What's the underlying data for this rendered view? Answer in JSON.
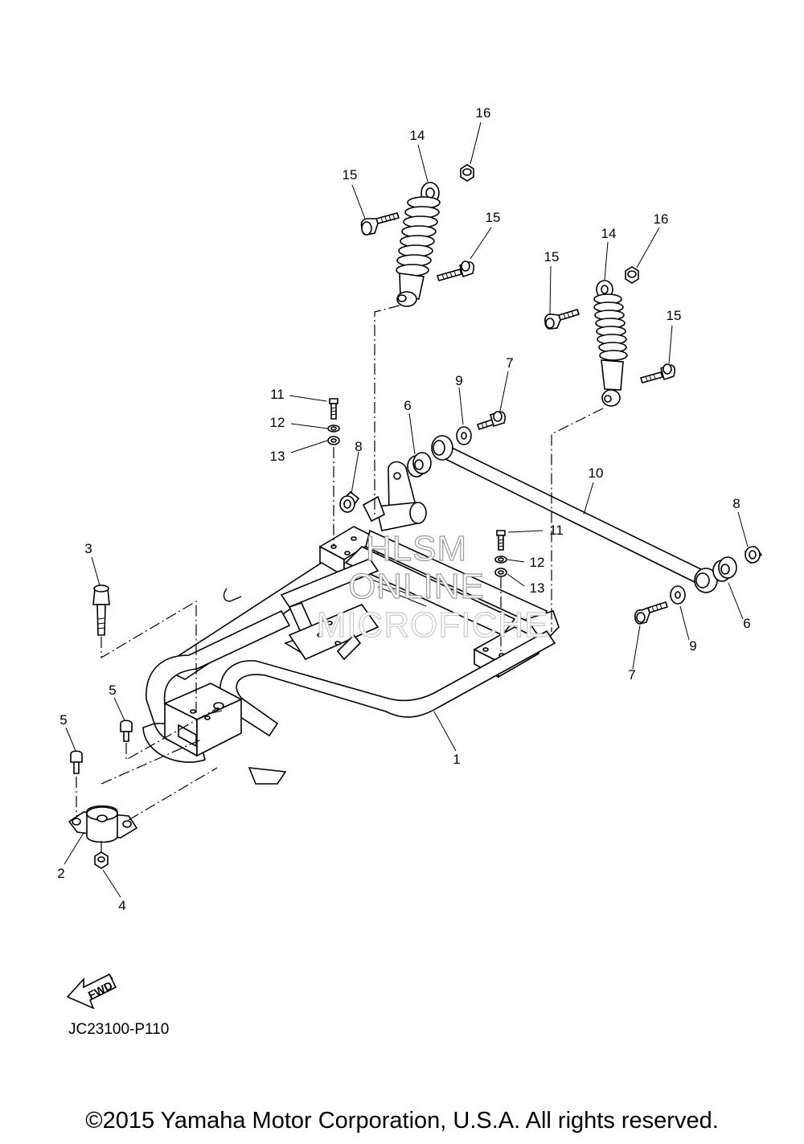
{
  "figure_code": "JC23100-P110",
  "copyright": "©2015 Yamaha Motor Corporation, U.S.A. All rights reserved.",
  "watermark": {
    "line1": "HLSM",
    "line2": "ONLINE",
    "line3": "MICROFICHE"
  },
  "fwd_label": "FWD",
  "callouts": [
    {
      "id": "c1",
      "label": "1"
    },
    {
      "id": "c2",
      "label": "2"
    },
    {
      "id": "c3",
      "label": "3"
    },
    {
      "id": "c4",
      "label": "4"
    },
    {
      "id": "c5a",
      "label": "5"
    },
    {
      "id": "c5b",
      "label": "5"
    },
    {
      "id": "c6a",
      "label": "6"
    },
    {
      "id": "c6b",
      "label": "6"
    },
    {
      "id": "c7a",
      "label": "7"
    },
    {
      "id": "c7b",
      "label": "7"
    },
    {
      "id": "c8a",
      "label": "8"
    },
    {
      "id": "c8b",
      "label": "8"
    },
    {
      "id": "c9a",
      "label": "9"
    },
    {
      "id": "c9b",
      "label": "9"
    },
    {
      "id": "c10",
      "label": "10"
    },
    {
      "id": "c11a",
      "label": "11"
    },
    {
      "id": "c11b",
      "label": "11"
    },
    {
      "id": "c12a",
      "label": "12"
    },
    {
      "id": "c12b",
      "label": "12"
    },
    {
      "id": "c13a",
      "label": "13"
    },
    {
      "id": "c13b",
      "label": "13"
    },
    {
      "id": "c14a",
      "label": "14"
    },
    {
      "id": "c14b",
      "label": "14"
    },
    {
      "id": "c15a",
      "label": "15"
    },
    {
      "id": "c15b",
      "label": "15"
    },
    {
      "id": "c15c",
      "label": "15"
    },
    {
      "id": "c15d",
      "label": "15"
    },
    {
      "id": "c16a",
      "label": "16"
    },
    {
      "id": "c16b",
      "label": "16"
    }
  ]
}
